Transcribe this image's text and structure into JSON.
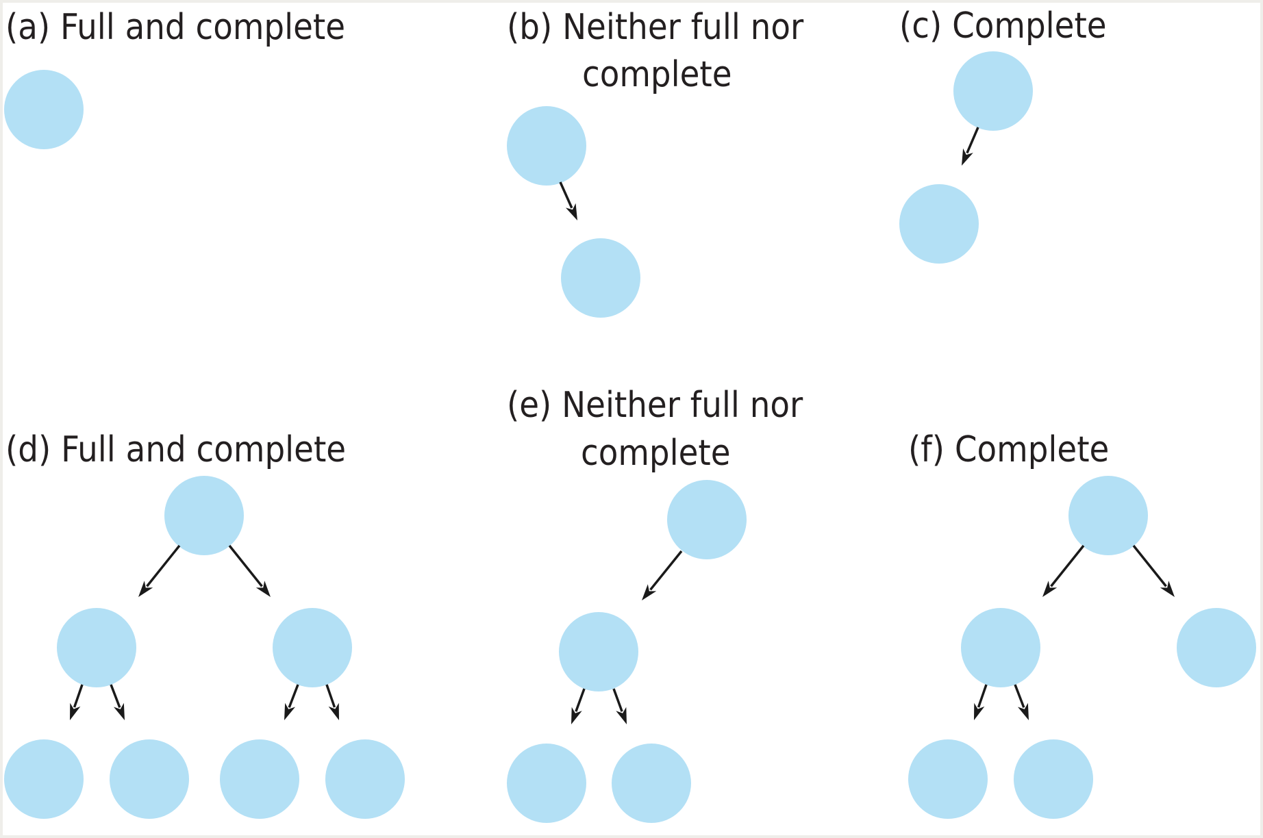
{
  "colors": {
    "node_fill": "#b3e0f5",
    "edge": "#1a1a1a",
    "caption_text": "#231f20",
    "page_border": "#efeeea",
    "background": "#ffffff"
  },
  "panels": [
    {
      "id": "a",
      "caption_lines": [
        "(a) Full and complete"
      ]
    },
    {
      "id": "b",
      "caption_lines": [
        "(b) Neither full nor",
        "complete"
      ]
    },
    {
      "id": "c",
      "caption_lines": [
        "(c) Complete"
      ]
    },
    {
      "id": "d",
      "caption_lines": [
        "(d) Full and complete"
      ]
    },
    {
      "id": "e",
      "caption_lines": [
        "(e) Neither full nor",
        "complete"
      ]
    },
    {
      "id": "f",
      "caption_lines": [
        "(f) Complete"
      ]
    }
  ]
}
